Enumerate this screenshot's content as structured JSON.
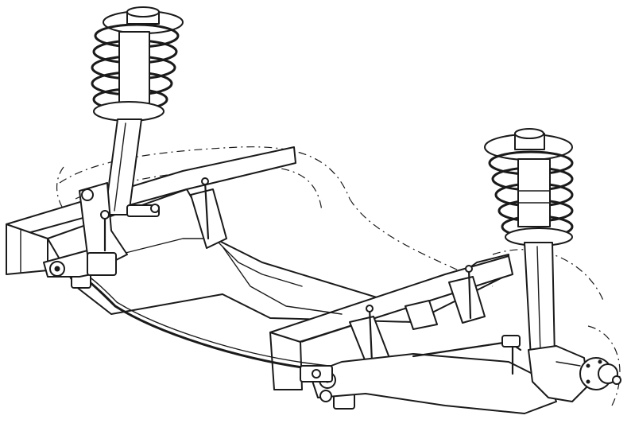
{
  "figure": {
    "kind": "line-drawing",
    "subject": "front-suspension-subframe",
    "ink_color": "#1a1a1a",
    "background_color": "#ffffff",
    "components": [
      "left-coil-spring-strut",
      "right-coil-spring-strut",
      "subframe-crossmember",
      "anti-roll-bar",
      "left-lower-control-arm",
      "right-lower-control-arm",
      "steering-knuckle",
      "body-floor-outline"
    ]
  }
}
